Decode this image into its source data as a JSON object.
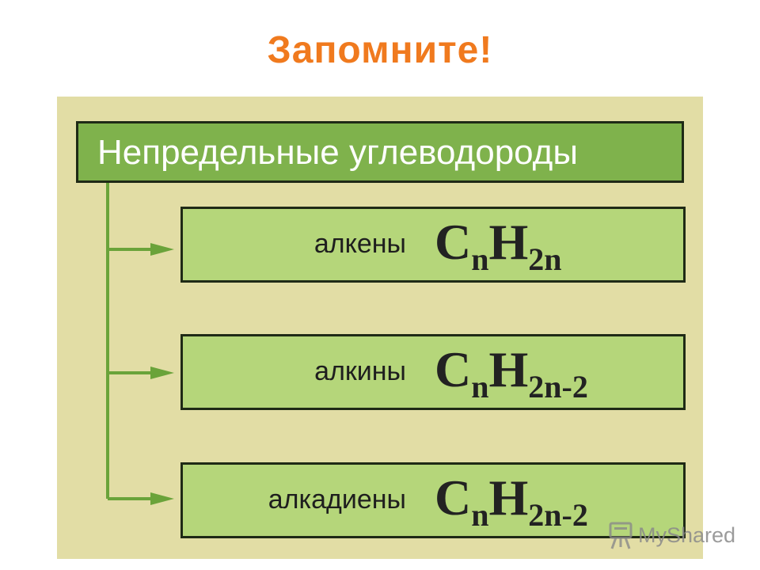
{
  "title": "Запомните!",
  "root": {
    "label": "Непредельные углеводороды"
  },
  "classes": [
    {
      "name": "алкены",
      "formula": {
        "c": "C",
        "c_sub": "n",
        "h": "H",
        "h_sub": "2n"
      }
    },
    {
      "name": "алкины",
      "formula": {
        "c": "C",
        "c_sub": "n",
        "h": "H",
        "h_sub": "2n-2"
      }
    },
    {
      "name": "алкадиены",
      "formula": {
        "c": "C",
        "c_sub": "n",
        "h": "H",
        "h_sub": "2n-2"
      }
    }
  ],
  "watermark": {
    "text": "MyShared",
    "icon": "presentation-board-icon"
  },
  "colors": {
    "title": "#f07a1e",
    "panel_background": "#e2dda5",
    "root_box": "#7fb24c",
    "class_box": "#b5d67a",
    "connector": "#6aa33a",
    "border": "#1f2a16"
  }
}
